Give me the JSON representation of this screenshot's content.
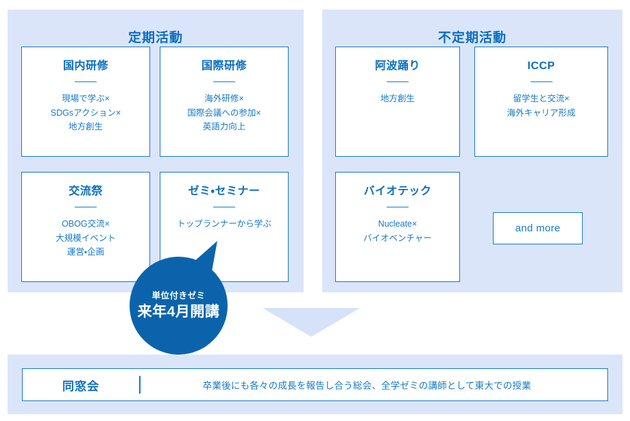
{
  "theme": {
    "panel_bg": "#dbe5fa",
    "card_border": "#1579c8",
    "title_blue": "#0b6fc0",
    "badge_blue": "#0b64ab",
    "arrow_blue": "#d6e2fa",
    "card_bg": "#ffffff"
  },
  "panels": {
    "regular": {
      "title": "定期活動",
      "cards": [
        {
          "name": "domestic-training",
          "title": "国内研修",
          "body": "現場で学ぶ×\nSDGsアクション×\n地方創生"
        },
        {
          "name": "international-training",
          "title": "国際研修",
          "body": "海外研修×\n国際会議への参加×\n英語力向上"
        },
        {
          "name": "exchange-festival",
          "title": "交流祭",
          "body": "OBOG交流×\n大規模イベント\n運営・企画"
        },
        {
          "name": "zemi-seminar",
          "title": "ゼミ・セミナー",
          "body": "トップランナーから学ぶ"
        }
      ]
    },
    "irregular": {
      "title": "不定期活動",
      "cards": [
        {
          "name": "awa-odori",
          "title": "阿波踊り",
          "body": "地方創生"
        },
        {
          "name": "iccp",
          "title": "ICCP",
          "body": "留学生と交流×\n海外キャリア形成"
        },
        {
          "name": "biotech",
          "title": "バイオテック",
          "body": "Nucleate×\nバイオベンチャー"
        }
      ],
      "and_more_label": "and more"
    }
  },
  "badge": {
    "name": "credit-seminar-badge",
    "sub_label": "単位付きゼミ",
    "main_label": "来年4月開講"
  },
  "arrow": {
    "icon": "arrow-down-icon"
  },
  "bottom_bar": {
    "label": "同窓会",
    "text": "卒業後にも各々の成長を報告し合う総会、全学ゼミの講師として東大での授業"
  }
}
